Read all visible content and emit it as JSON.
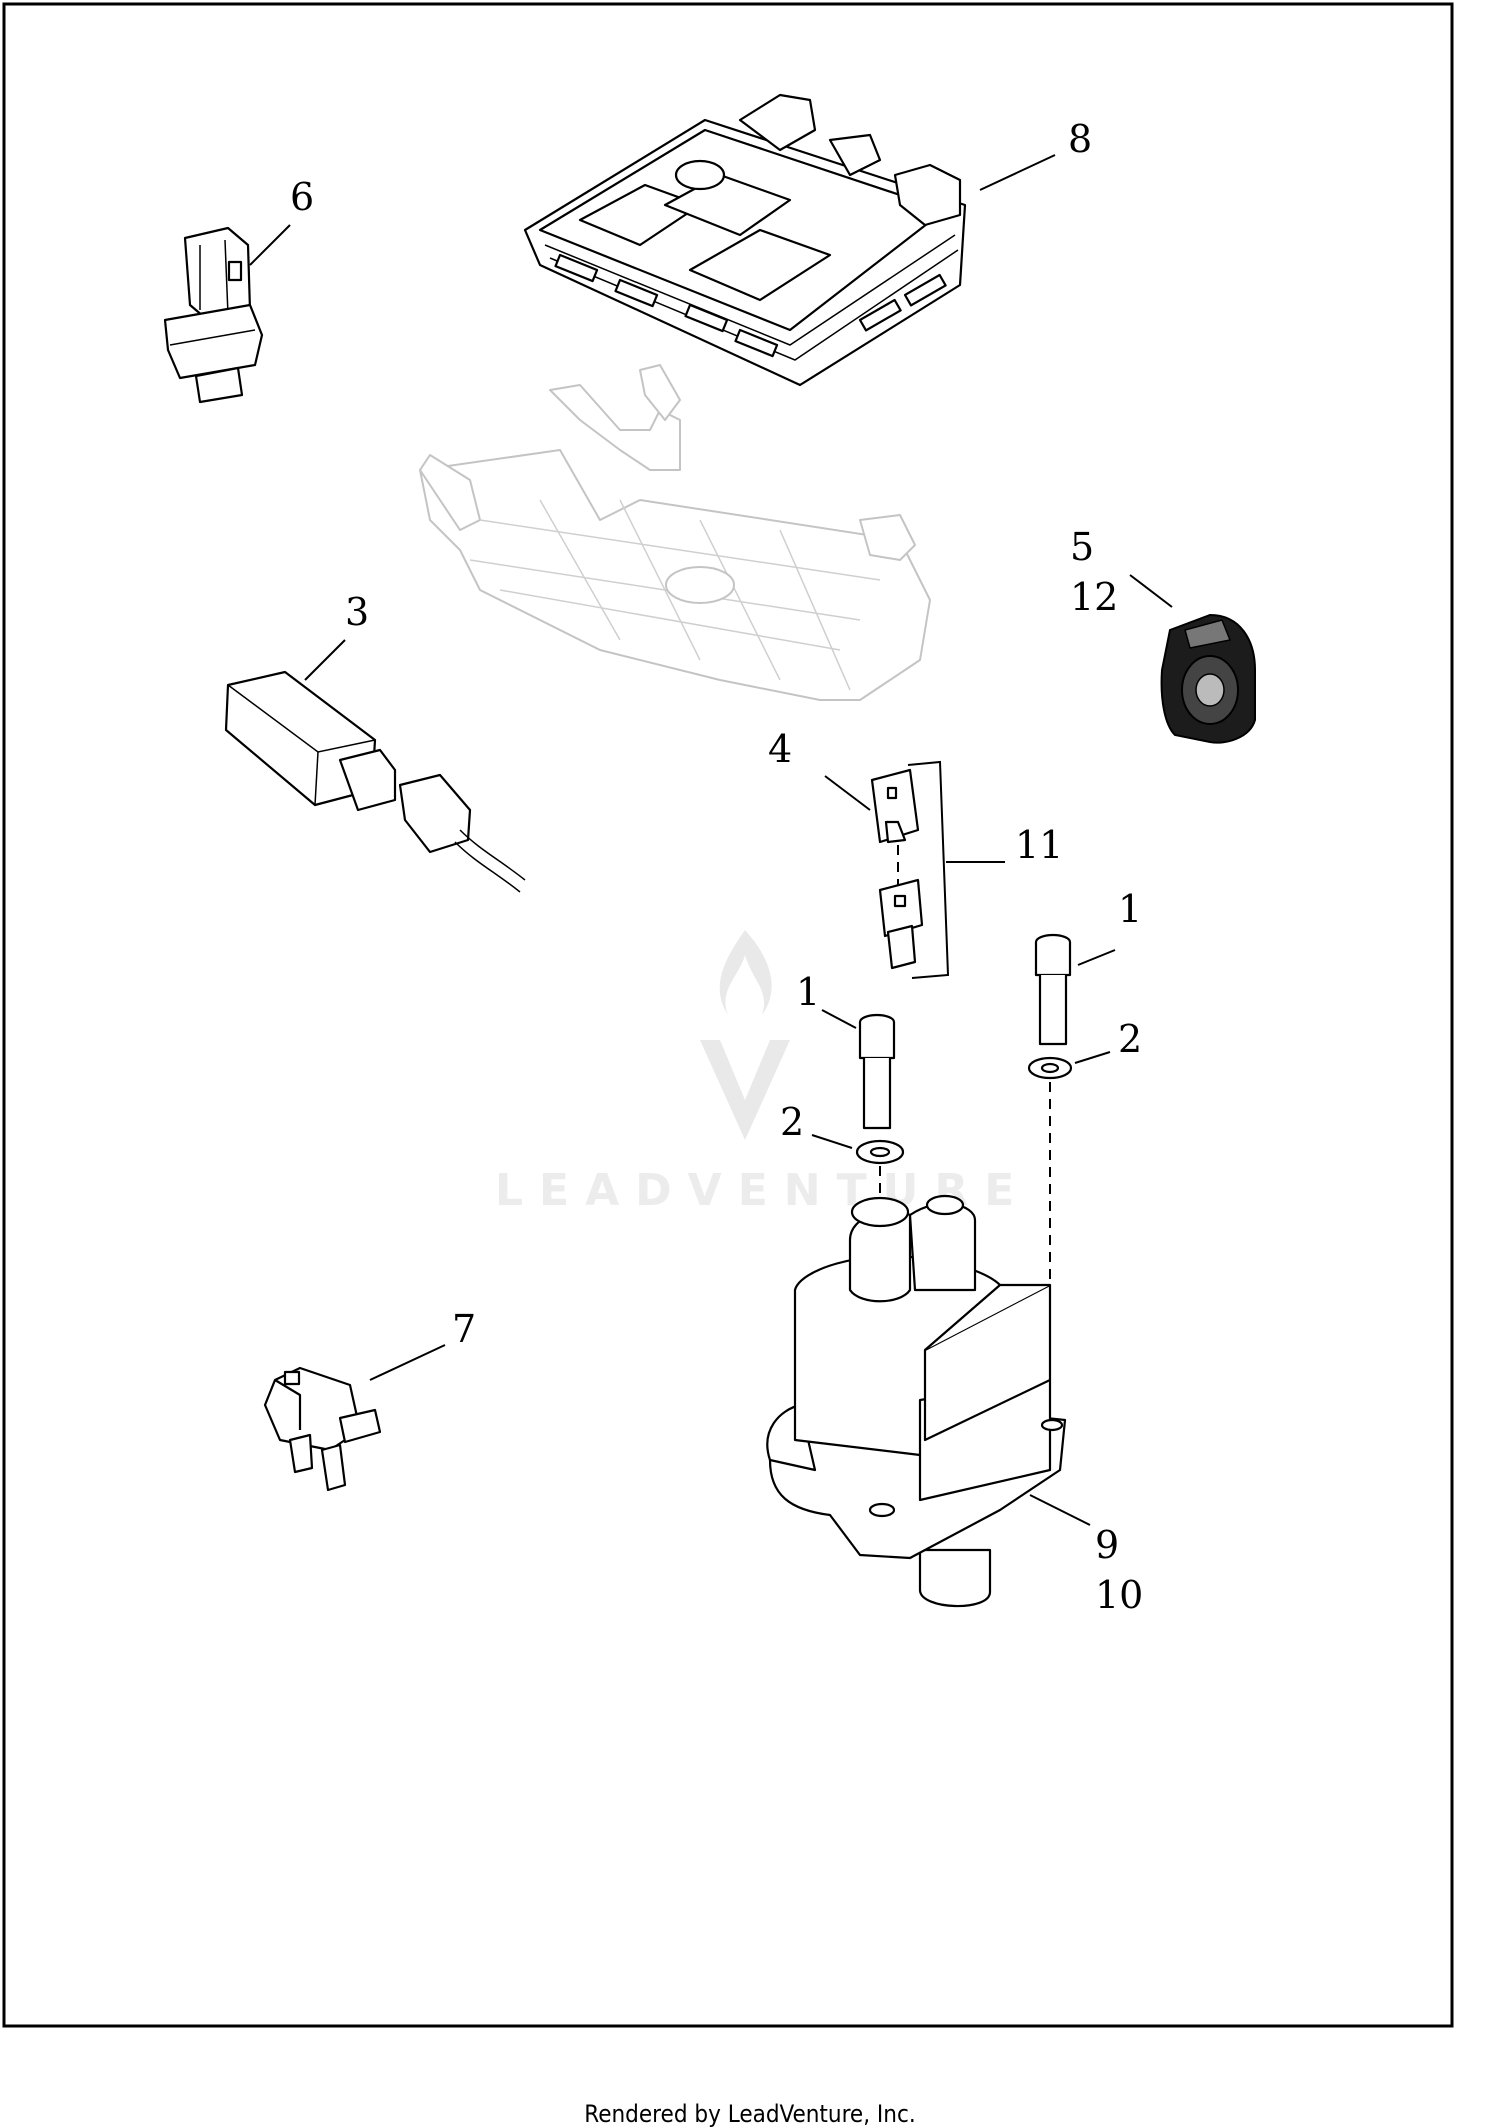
{
  "diagram": {
    "callouts": {
      "c1a": "1",
      "c1b": "1",
      "c2a": "2",
      "c2b": "2",
      "c3": "3",
      "c4": "4",
      "c5": "5",
      "c6": "6",
      "c7": "7",
      "c8": "8",
      "c9": "9",
      "c10": "10",
      "c11": "11",
      "c12": "12"
    },
    "watermark": "LEADVENTURE",
    "watermark_icon": "leadventure-flame-logo",
    "parts": {
      "p1": "bolt-socket-head",
      "p2": "washer",
      "p3": "receiver-module",
      "p4": "key-blank",
      "p5": "key-fob",
      "p6": "pressure-switch",
      "p7": "map-sensor",
      "p8": "ecm-module",
      "p9": "ignition-switch-housing",
      "tray": "ecm-mounting-tray"
    }
  },
  "footer": {
    "text": "Rendered by LeadVenture, Inc."
  }
}
